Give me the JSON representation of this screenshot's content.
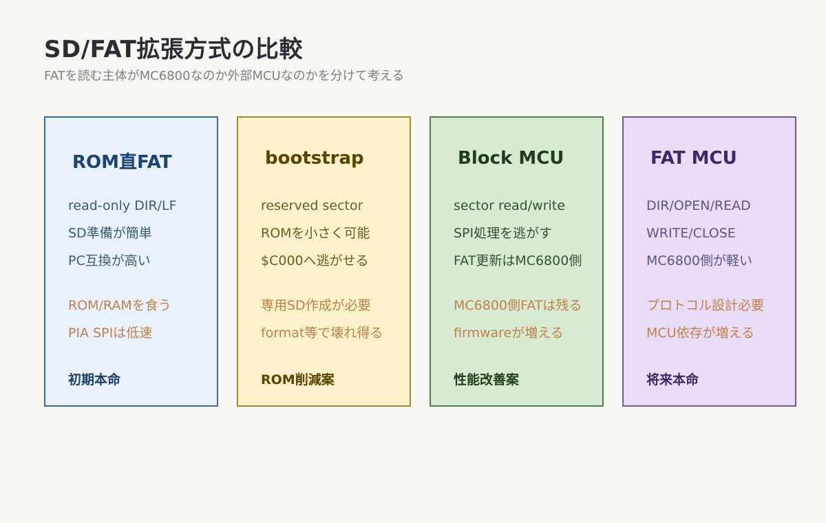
{
  "title": "SD/FAT拡張方式の比較",
  "subtitle": "FATを読む主体がMC6800なのか外部MCUなのかを分けて考える",
  "cards": [
    {
      "title": "ROM直FAT",
      "pros": [
        "read-only DIR/LF",
        "SD準備が簡単",
        "PC互換が高い"
      ],
      "cons": [
        "ROM/RAMを食う",
        "PIA SPIは低速"
      ],
      "verdict": "初期本命",
      "colors": {
        "border": "#3a6b9c",
        "bg": "#e8f1fc",
        "title": "#1c4273",
        "text": "#3c5a78",
        "verdict": "#1d3f66"
      }
    },
    {
      "title": "bootstrap",
      "pros": [
        "reserved sector",
        "ROMを小さく可能",
        "$C000へ逃がせる"
      ],
      "cons": [
        "専用SD作成が必要",
        "format等で壊れ得る"
      ],
      "verdict": "ROM削減案",
      "colors": {
        "border": "#a8892a",
        "bg": "#fdf2cc",
        "title": "#5a4300",
        "text": "#6e5a22",
        "verdict": "#5a4300"
      }
    },
    {
      "title": "Block MCU",
      "pros": [
        "sector read/write",
        "SPI処理を逃がす",
        "FAT更新はMC6800側"
      ],
      "cons": [
        "MC6800側FATは残る",
        "firmwareが増える"
      ],
      "verdict": "性能改善案",
      "colors": {
        "border": "#4e7d48",
        "bg": "#d9ead3",
        "title": "#1e3d1b",
        "text": "#33503a",
        "verdict": "#1e3d1b"
      }
    },
    {
      "title": "FAT MCU",
      "pros": [
        "DIR/OPEN/READ",
        "WRITE/CLOSE",
        "MC6800側が軽い"
      ],
      "cons": [
        "プロトコル設計必要",
        "MCU依存が増える"
      ],
      "verdict": "将来本命",
      "colors": {
        "border": "#6b5aa3",
        "bg": "#e9dcf6",
        "title": "#3b2a66",
        "text": "#5e5480",
        "verdict": "#3b2a66"
      }
    }
  ]
}
